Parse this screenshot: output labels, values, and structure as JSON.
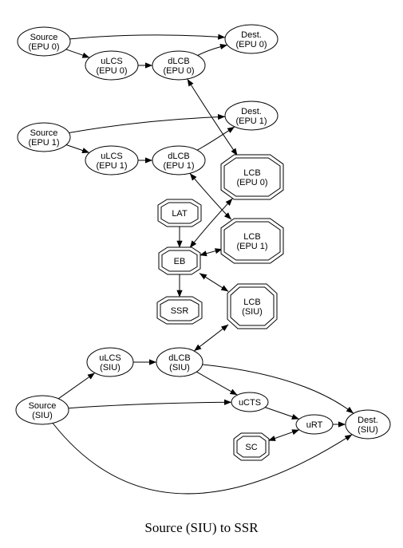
{
  "caption": "Source (SIU) to SSR",
  "nodes": [
    {
      "id": "src_epu0",
      "shape": "ellipse",
      "lines": [
        "Source",
        "(EPU 0)"
      ]
    },
    {
      "id": "dest_epu0",
      "shape": "ellipse",
      "lines": [
        "Dest.",
        "(EPU 0)"
      ]
    },
    {
      "id": "ulcs_epu0",
      "shape": "ellipse",
      "lines": [
        "uLCS",
        "(EPU 0)"
      ]
    },
    {
      "id": "dlcb_epu0",
      "shape": "ellipse",
      "lines": [
        "dLCB",
        "(EPU 0)"
      ]
    },
    {
      "id": "src_epu1",
      "shape": "ellipse",
      "lines": [
        "Source",
        "(EPU 1)"
      ]
    },
    {
      "id": "dest_epu1",
      "shape": "ellipse",
      "lines": [
        "Dest.",
        "(EPU 1)"
      ]
    },
    {
      "id": "ulcs_epu1",
      "shape": "ellipse",
      "lines": [
        "uLCS",
        "(EPU 1)"
      ]
    },
    {
      "id": "dlcb_epu1",
      "shape": "ellipse",
      "lines": [
        "dLCB",
        "(EPU 1)"
      ]
    },
    {
      "id": "lcb_epu0",
      "shape": "octagon",
      "lines": [
        "LCB",
        "(EPU 0)"
      ]
    },
    {
      "id": "lat",
      "shape": "octagon",
      "lines": [
        "LAT"
      ]
    },
    {
      "id": "lcb_epu1",
      "shape": "octagon",
      "lines": [
        "LCB",
        "(EPU 1)"
      ]
    },
    {
      "id": "eb",
      "shape": "octagon",
      "lines": [
        "EB"
      ]
    },
    {
      "id": "ssr",
      "shape": "octagon",
      "lines": [
        "SSR"
      ]
    },
    {
      "id": "lcb_siu",
      "shape": "octagon",
      "lines": [
        "LCB",
        "(SIU)"
      ]
    },
    {
      "id": "ulcs_siu",
      "shape": "ellipse",
      "lines": [
        "uLCS",
        "(SIU)"
      ]
    },
    {
      "id": "dlcb_siu",
      "shape": "ellipse",
      "lines": [
        "dLCB",
        "(SIU)"
      ]
    },
    {
      "id": "src_siu",
      "shape": "ellipse",
      "lines": [
        "Source",
        "(SIU)"
      ]
    },
    {
      "id": "ucts",
      "shape": "ellipse",
      "lines": [
        "uCTS"
      ]
    },
    {
      "id": "urt",
      "shape": "ellipse",
      "lines": [
        "uRT"
      ]
    },
    {
      "id": "dest_siu",
      "shape": "ellipse",
      "lines": [
        "Dest.",
        "(SIU)"
      ]
    },
    {
      "id": "sc",
      "shape": "octagon",
      "lines": [
        "SC"
      ]
    }
  ],
  "edges": [
    {
      "from": "src_epu0",
      "to": "dest_epu0",
      "dir": "forward"
    },
    {
      "from": "src_epu0",
      "to": "ulcs_epu0",
      "dir": "forward"
    },
    {
      "from": "ulcs_epu0",
      "to": "dlcb_epu0",
      "dir": "forward"
    },
    {
      "from": "dlcb_epu0",
      "to": "dest_epu0",
      "dir": "forward"
    },
    {
      "from": "dlcb_epu0",
      "to": "lcb_epu0",
      "dir": "both"
    },
    {
      "from": "src_epu1",
      "to": "dest_epu1",
      "dir": "forward"
    },
    {
      "from": "src_epu1",
      "to": "ulcs_epu1",
      "dir": "forward"
    },
    {
      "from": "ulcs_epu1",
      "to": "dlcb_epu1",
      "dir": "forward"
    },
    {
      "from": "dlcb_epu1",
      "to": "dest_epu1",
      "dir": "forward"
    },
    {
      "from": "dlcb_epu1",
      "to": "lcb_epu1",
      "dir": "both"
    },
    {
      "from": "lcb_epu0",
      "to": "eb",
      "dir": "both"
    },
    {
      "from": "lat",
      "to": "eb",
      "dir": "forward"
    },
    {
      "from": "lcb_epu1",
      "to": "eb",
      "dir": "both"
    },
    {
      "from": "eb",
      "to": "ssr",
      "dir": "forward"
    },
    {
      "from": "eb",
      "to": "lcb_siu",
      "dir": "both"
    },
    {
      "from": "dlcb_siu",
      "to": "lcb_siu",
      "dir": "both"
    },
    {
      "from": "src_siu",
      "to": "ulcs_siu",
      "dir": "forward"
    },
    {
      "from": "ulcs_siu",
      "to": "dlcb_siu",
      "dir": "forward"
    },
    {
      "from": "dlcb_siu",
      "to": "ucts",
      "dir": "forward"
    },
    {
      "from": "dlcb_siu",
      "to": "dest_siu",
      "dir": "forward"
    },
    {
      "from": "src_siu",
      "to": "ucts",
      "dir": "forward"
    },
    {
      "from": "src_siu",
      "to": "dest_siu",
      "dir": "forward"
    },
    {
      "from": "ucts",
      "to": "urt",
      "dir": "forward"
    },
    {
      "from": "urt",
      "to": "dest_siu",
      "dir": "forward"
    },
    {
      "from": "sc",
      "to": "urt",
      "dir": "both"
    }
  ]
}
